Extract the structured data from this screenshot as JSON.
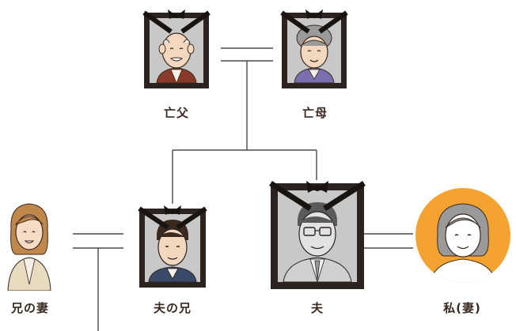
{
  "labels": {
    "grandfather": "亡父",
    "grandmother": "亡母",
    "brother_wife": "兄の妻",
    "husband_brother": "夫の兄",
    "husband": "夫",
    "me": "私(妻)"
  },
  "colors": {
    "frame": "#2a2320",
    "photo_bg": "#c8c8c8",
    "line": "#4a4a4a",
    "me_circle": "#f5a330",
    "label": "#3a2a20"
  }
}
